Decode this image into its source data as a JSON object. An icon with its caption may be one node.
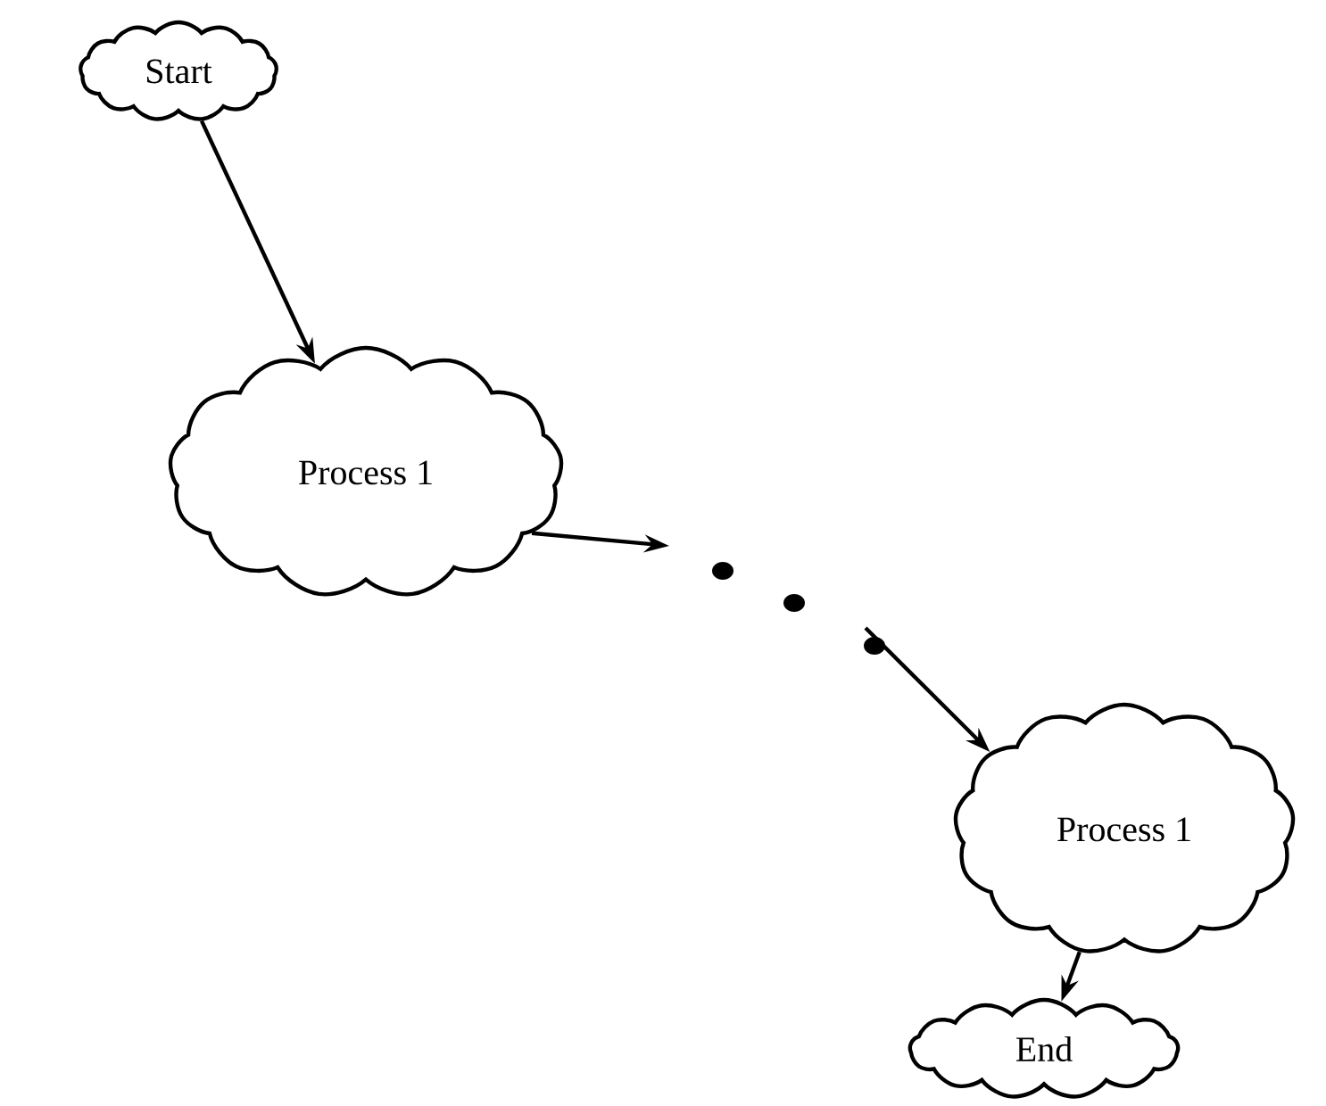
{
  "diagram": {
    "nodes": [
      {
        "text": [
          "Start"
        ]
      },
      {
        "text": [
          "Process 1"
        ]
      },
      {
        "text": [
          "Process 1"
        ]
      },
      {
        "text": [
          "End"
        ]
      }
    ],
    "edges": [
      {
        "from": 0,
        "to": 1,
        "arrow": "to"
      },
      {
        "from": 1,
        "to": null,
        "arrow": "to"
      },
      {
        "from": null,
        "to": 2,
        "arrow": "to"
      },
      {
        "from": 2,
        "to": 3,
        "arrow": "to"
      }
    ]
  }
}
